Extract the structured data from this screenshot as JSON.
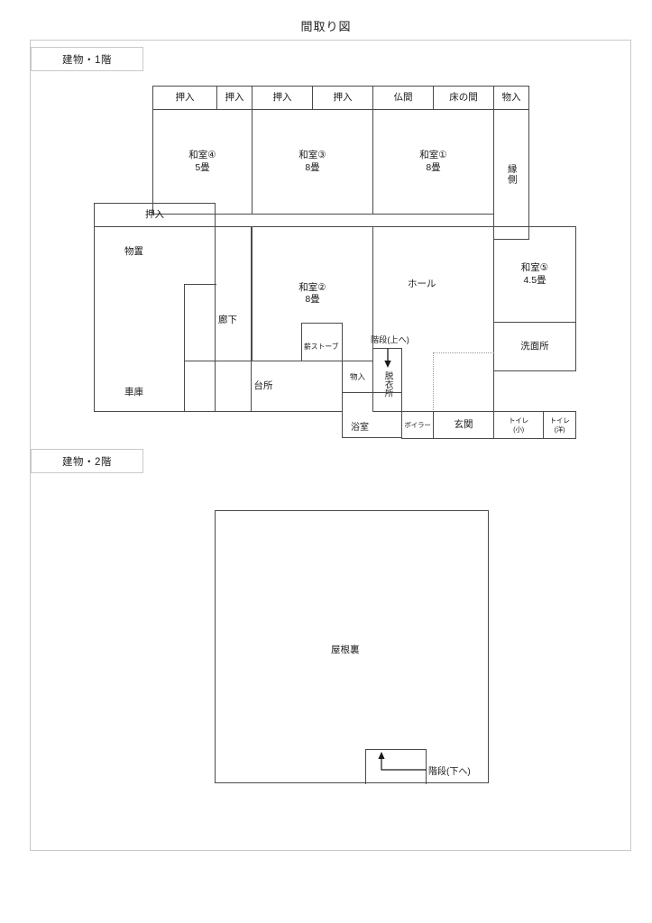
{
  "document": {
    "title": "間取り図"
  },
  "floor1": {
    "tag": "建物・1階",
    "rooms": {
      "oshiire_1": "押入",
      "oshiire_2": "押入",
      "oshiire_3": "押入",
      "oshiire_4": "押入",
      "butsuma": "仏間",
      "tokonoma": "床の間",
      "mononyu_top": "物入",
      "washitsu4_name": "和室④",
      "washitsu4_size": "5畳",
      "washitsu3_name": "和室③",
      "washitsu3_size": "8畳",
      "washitsu1_name": "和室①",
      "washitsu1_size": "8畳",
      "engawa": "縁側",
      "oshiire_left": "押入",
      "monooki": "物置",
      "rouka": "廊下",
      "shako": "車庫",
      "washitsu2_name": "和室②",
      "washitsu2_size": "8畳",
      "hall": "ホール",
      "washitsu5_name": "和室⑤",
      "washitsu5_size": "4.5畳",
      "maki_stove": "薪ストーブ",
      "daidokoro": "台所",
      "mononyu_mid": "物入",
      "datsuijo": "脱衣所",
      "senmenjo": "洗面所",
      "yokushitsu": "浴室",
      "boiler": "ボイラー",
      "genkan": "玄関",
      "toilet_small_l1": "トイレ",
      "toilet_small_l2": "(小)",
      "toilet_western_l1": "トイレ",
      "toilet_western_l2": "(洋)"
    },
    "annotations": {
      "stairs_up": "階段(上へ)"
    }
  },
  "floor2": {
    "tag": "建物・2階",
    "rooms": {
      "yaneura": "屋根裏"
    },
    "annotations": {
      "stairs_down": "階段(下へ)"
    }
  },
  "colors": {
    "page_border": "#c9c9c9",
    "wall": "#4a4a4a",
    "text": "#1a1a1a",
    "dotted": "#999999"
  }
}
